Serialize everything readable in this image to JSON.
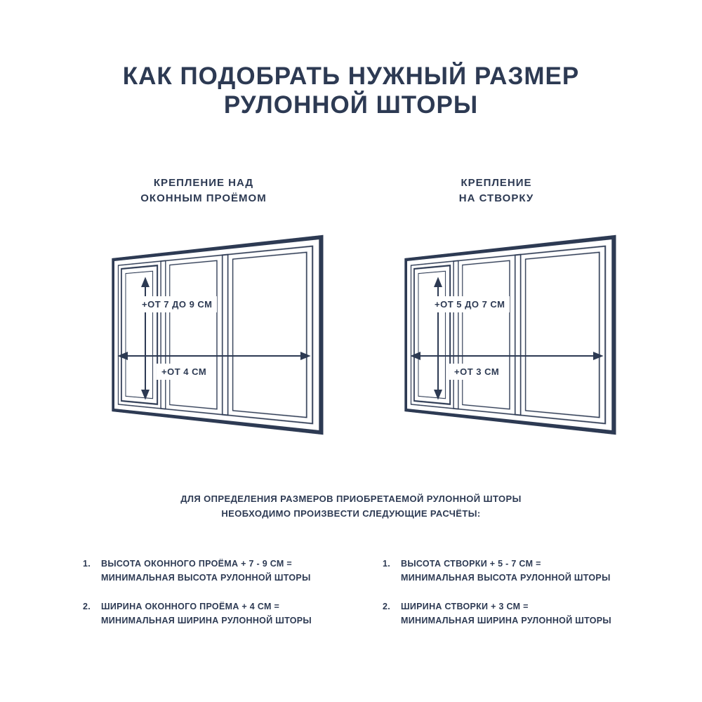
{
  "colors": {
    "ink": "#2d3a53",
    "background": "#ffffff"
  },
  "title": {
    "line1": "КАК ПОДОБРАТЬ НУЖНЫЙ РАЗМЕР",
    "line2": "РУЛОННОЙ ШТОРЫ"
  },
  "diagrams": [
    {
      "heading_line1": "КРЕПЛЕНИЕ НАД",
      "heading_line2": "ОКОННЫМ ПРОЁМОМ",
      "height_label": "+ОТ 7 ДО 9 СМ",
      "width_label": "+ОТ 4 СМ"
    },
    {
      "heading_line1": "КРЕПЛЕНИЕ",
      "heading_line2": "НА СТВОРКУ",
      "height_label": "+ОТ 5 ДО 7 СМ",
      "width_label": "+ОТ 3 СМ"
    }
  ],
  "instructions": {
    "line1": "ДЛЯ ОПРЕДЕЛЕНИЯ РАЗМЕРОВ ПРИОБРЕТАЕМОЙ РУЛОННОЙ ШТОРЫ",
    "line2": "НЕОБХОДИМО ПРОИЗВЕСТИ СЛЕДУЮЩИЕ РАСЧЁТЫ:"
  },
  "calculations": [
    {
      "items": [
        {
          "number": "1.",
          "line1": "ВЫСОТА ОКОННОГО ПРОЁМА + 7 - 9 СМ =",
          "line2": "МИНИМАЛЬНАЯ ВЫСОТА РУЛОННОЙ ШТОРЫ"
        },
        {
          "number": "2.",
          "line1": "ШИРИНА ОКОННОГО ПРОЁМА + 4 СМ =",
          "line2": "МИНИМАЛЬНАЯ ШИРИНА РУЛОННОЙ ШТОРЫ"
        }
      ]
    },
    {
      "items": [
        {
          "number": "1.",
          "line1": "ВЫСОТА СТВОРКИ + 5 - 7 СМ =",
          "line2": "МИНИМАЛЬНАЯ ВЫСОТА РУЛОННОЙ ШТОРЫ"
        },
        {
          "number": "2.",
          "line1": "ШИРИНА СТВОРКИ + 3 СМ =",
          "line2": "МИНИМАЛЬНАЯ ШИРИНА РУЛОННОЙ ШТОРЫ"
        }
      ]
    }
  ]
}
